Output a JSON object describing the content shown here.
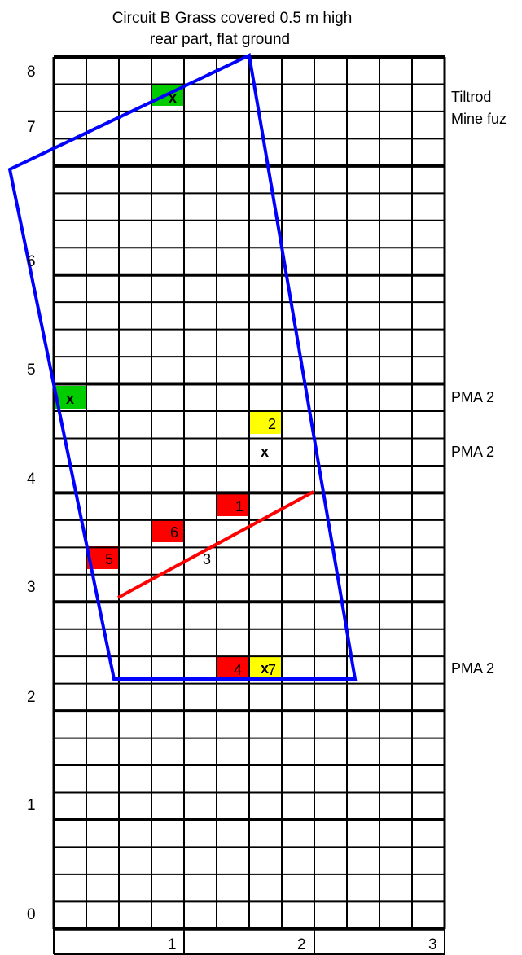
{
  "title": {
    "line1": "Circuit B Grass covered 0.5 m high",
    "line2": "rear part, flat ground"
  },
  "y_axis_labels": [
    "8",
    "7",
    "6",
    "5",
    "4",
    "3",
    "2",
    "1",
    "0"
  ],
  "x_axis_labels": [
    "1",
    "2",
    "3"
  ],
  "side_labels": {
    "tiltrod": "Tiltrod",
    "mine_fuze": "Mine fuz",
    "pma_a": "PMA 2",
    "pma_b": "PMA 2",
    "pma_c": "PMA 2"
  },
  "cell_marks": {
    "x_symbol": "x",
    "red": [
      "1",
      "4",
      "5",
      "6"
    ],
    "yellow": [
      "2",
      "7"
    ],
    "loose": "3"
  },
  "colors": {
    "grid": "#000000",
    "outline": "#0000ff",
    "trace": "#ff0000",
    "red_cell": "#ff0000",
    "yellow_cell": "#ffff00",
    "green_cell": "#00cc00"
  }
}
